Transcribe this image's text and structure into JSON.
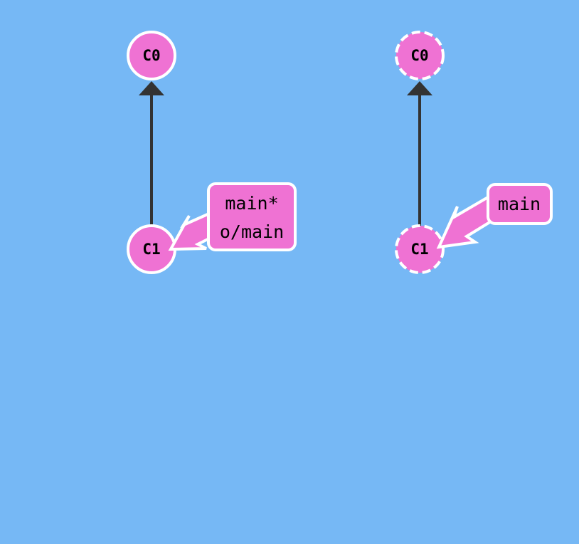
{
  "colors": {
    "background": "#76b8f5",
    "node_fill": "#ef72d3",
    "node_stroke": "#ffffff",
    "edge": "#333333",
    "branch_fill": "#ef72d3",
    "branch_stroke": "#ffffff"
  },
  "local_repo": {
    "commits": [
      {
        "id": "C0",
        "label": "C0"
      },
      {
        "id": "C1",
        "label": "C1"
      }
    ],
    "branch": {
      "lines": [
        "main*",
        "o/main"
      ]
    }
  },
  "remote_repo": {
    "commits": [
      {
        "id": "C0",
        "label": "C0"
      },
      {
        "id": "C1",
        "label": "C1"
      }
    ],
    "branch": {
      "lines": [
        "main"
      ]
    }
  }
}
